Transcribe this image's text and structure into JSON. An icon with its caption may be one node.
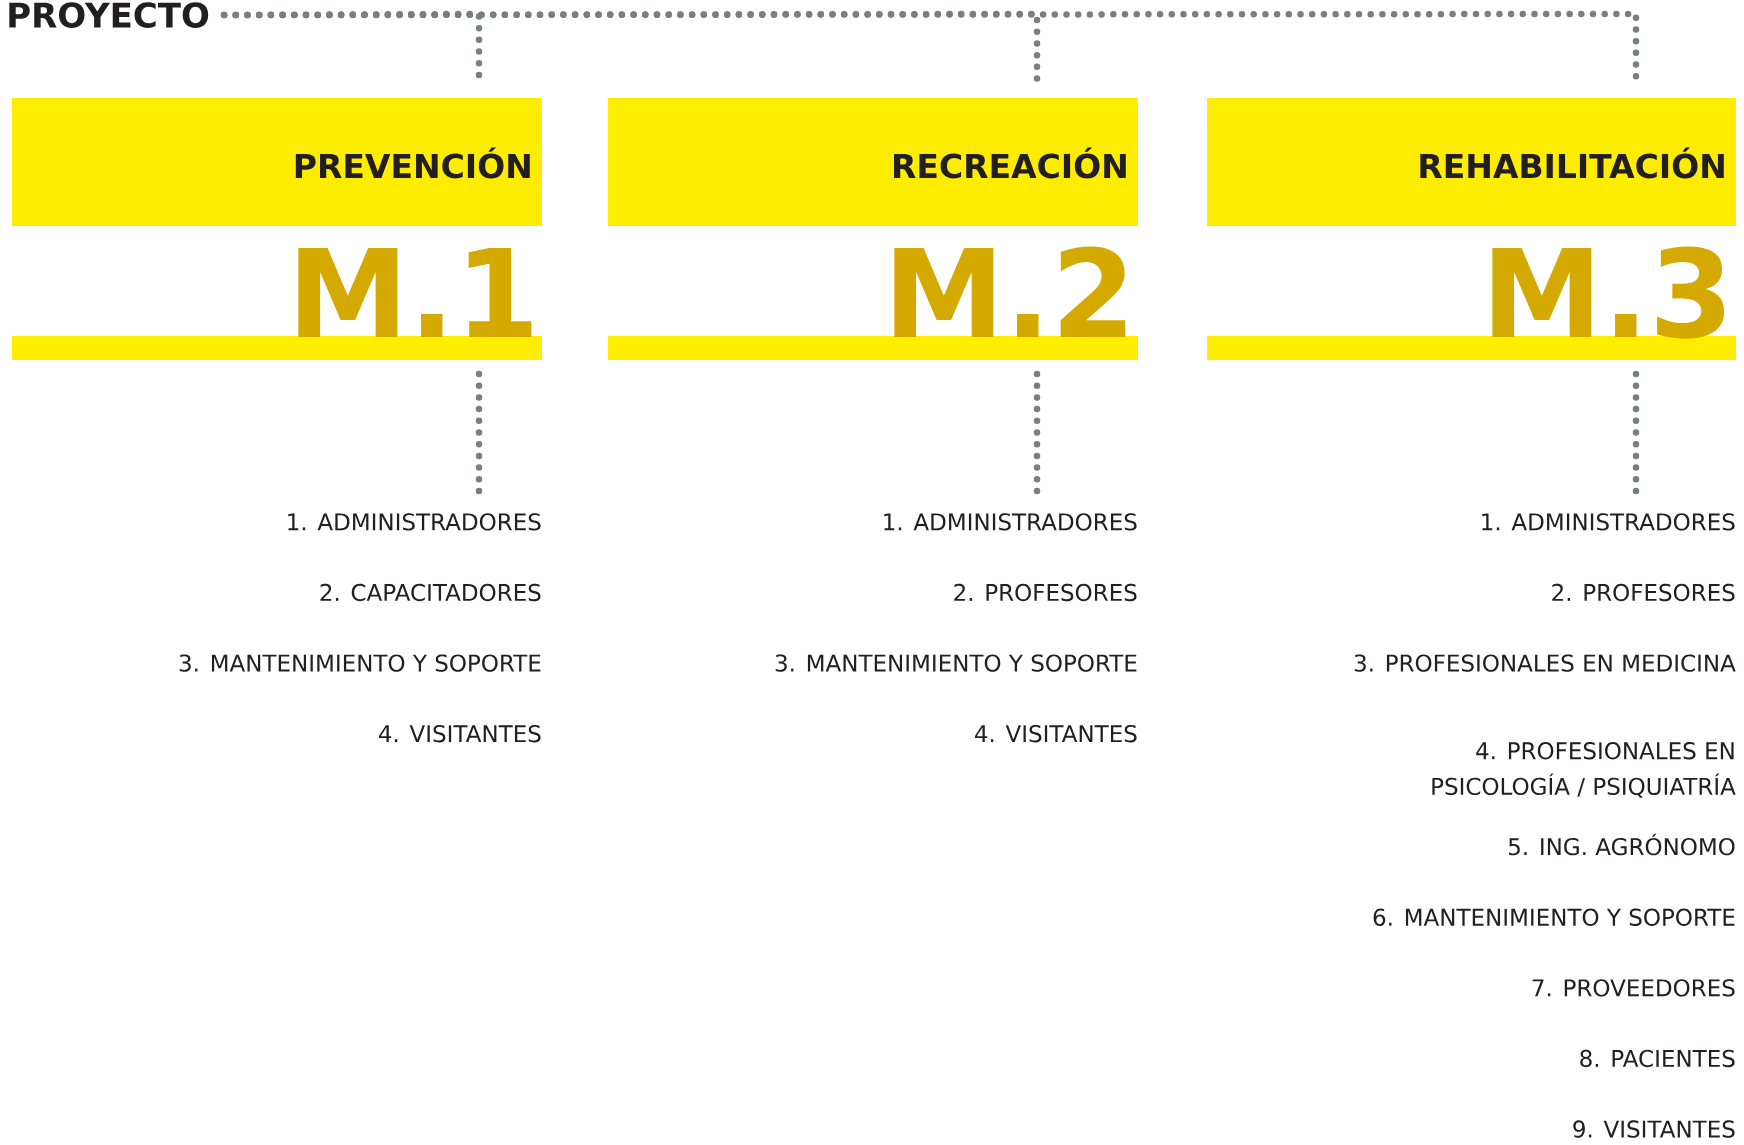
{
  "diagram": {
    "nodes": [
      {
        "text": [
          "PROYECTO"
        ]
      },
      {
        "text": [
          "PREVENCIÓN",
          "M.1"
        ]
      },
      {
        "text": [
          "RECREACIÓN",
          "M.2"
        ]
      },
      {
        "text": [
          "REHABILITACIÓN",
          "M.3"
        ]
      },
      {
        "text": [
          "1. ADMINISTRADORES",
          "2. CAPACITADORES",
          "3. MANTENIMIENTO Y SOPORTE",
          "4. VISITANTES"
        ]
      },
      {
        "text": [
          "1. ADMINISTRADORES",
          "2. PROFESORES",
          "3. MANTENIMIENTO Y SOPORTE",
          "4. VISITANTES"
        ]
      },
      {
        "text": [
          "1. ADMINISTRADORES",
          "2. PROFESORES",
          "3. PROFESIONALES EN MEDICINA",
          "4. PROFESIONALES EN PSICOLOGÍA / PSIQUIATRÍA",
          "5. ING. AGRÓNOMO",
          "6. MANTENIMIENTO Y SOPORTE",
          "7. PROVEEDORES",
          "8. PACIENTES",
          "9. VISITANTES"
        ]
      }
    ],
    "edges": [
      {
        "from": 0,
        "to": 1,
        "arrow": "none"
      },
      {
        "from": 0,
        "to": 2,
        "arrow": "none"
      },
      {
        "from": 0,
        "to": 3,
        "arrow": "none"
      },
      {
        "from": 1,
        "to": 4,
        "arrow": "none"
      },
      {
        "from": 2,
        "to": 5,
        "arrow": "none"
      },
      {
        "from": 3,
        "to": 6,
        "arrow": "none"
      }
    ]
  }
}
